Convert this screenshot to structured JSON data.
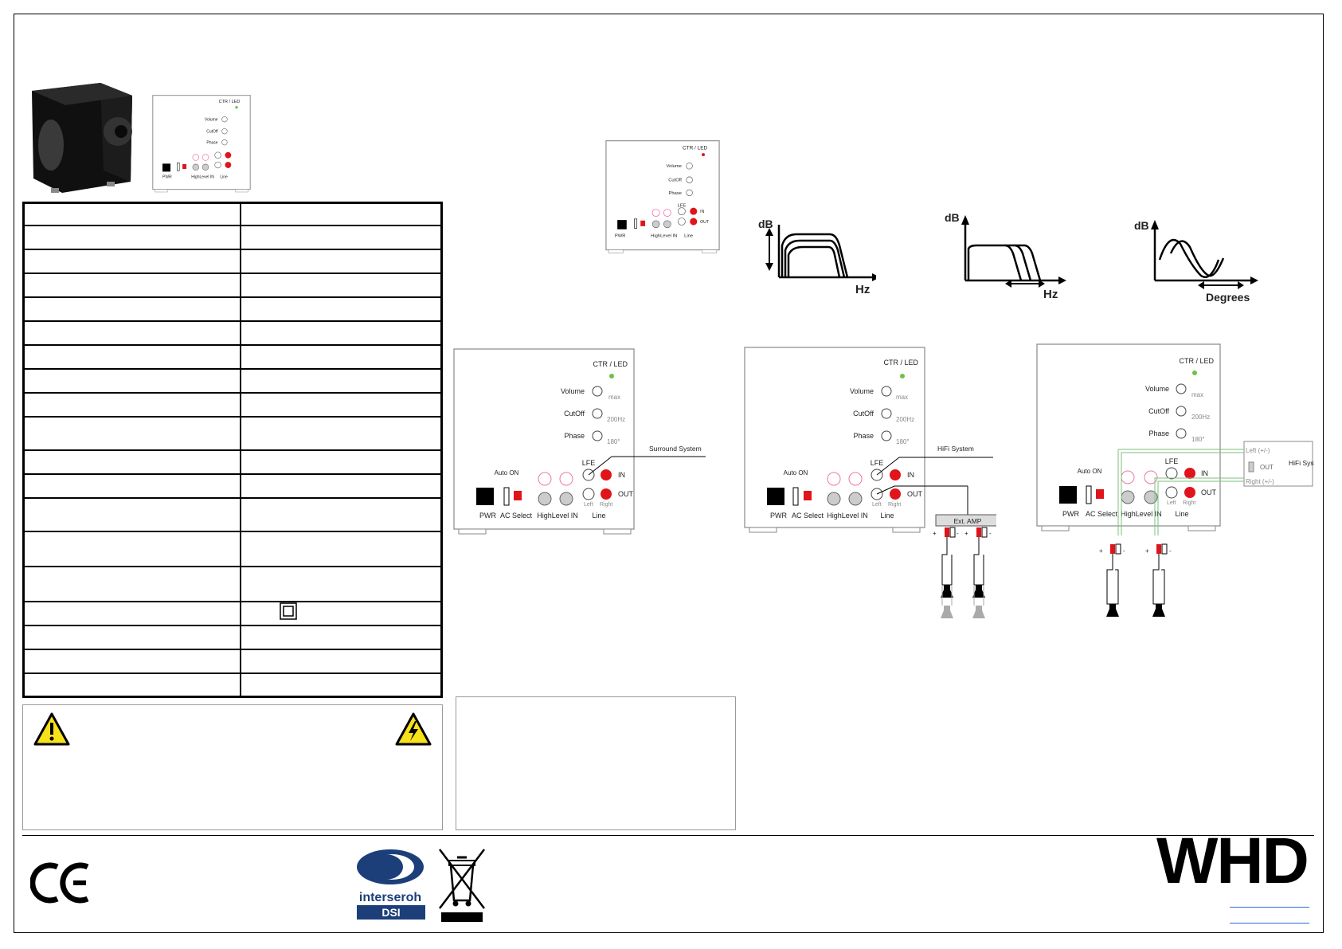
{
  "panel": {
    "ctr_led": "CTR / LED",
    "volume": "Volume",
    "cutoff": "CutOff",
    "phase": "Phase",
    "max": "max",
    "hz200": "200Hz",
    "deg180": "180°",
    "lfe": "LFE",
    "in": "IN",
    "out": "OUT",
    "auto_on": "Auto ON",
    "pwr": "PWR",
    "ac_select": "AC Select",
    "highlevel_in": "HighLevel IN",
    "line": "Line",
    "left": "Left",
    "right": "Right"
  },
  "graphs": {
    "db": "dB",
    "hz": "Hz",
    "degrees": "Degrees"
  },
  "wiring": {
    "surround": "Surround System",
    "hifi": "HiFi System",
    "ext_amp": "Ext. AMP",
    "left_pm": "Left (+/-)",
    "right_pm": "Right (+/-)",
    "out": "OUT",
    "hifi_box": "HiFi System"
  },
  "logos": {
    "ce": "CE",
    "interseroh": "interseroh",
    "dsi": "DSI",
    "brand": "WHD"
  },
  "colors": {
    "red_led": "#e0141b",
    "green_led": "#6fc04a",
    "warning_yellow": "#f7e11a"
  },
  "icons": [
    "warning-icon",
    "electric-hazard-icon",
    "class-ii-double-square-icon",
    "weee-bin-icon"
  ]
}
